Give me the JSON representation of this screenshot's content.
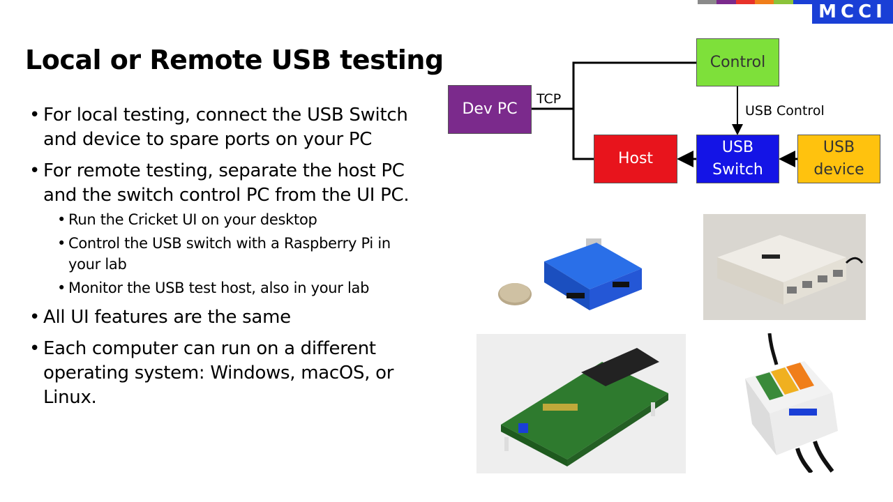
{
  "logo": {
    "text": "MCCI",
    "strip_colors": [
      "#8a8a8a",
      "#7b2a8c",
      "#e8322a",
      "#f07e1a",
      "#8bc33a",
      "#1a3fd6"
    ],
    "box_color": "#1a3fd6"
  },
  "slide": {
    "title": "Local or Remote USB testing",
    "bullets": [
      {
        "text": "For local testing, connect the USB Switch and device to spare ports on your PC"
      },
      {
        "text": "For remote testing, separate the host PC and the switch control PC from the UI PC.",
        "sub": [
          "Run the Cricket UI on your desktop",
          "Control the USB switch with a Raspberry Pi in your lab",
          "Monitor the USB test host, also in your lab"
        ]
      },
      {
        "text": "All UI features are the same"
      },
      {
        "text": "Each computer can run on a different operating system: Windows, macOS, or Linux."
      }
    ]
  },
  "diagram": {
    "nodes": {
      "control": {
        "label": "Control",
        "color": "#7ee03a",
        "text_color": "#333333"
      },
      "dev_pc": {
        "label": "Dev PC",
        "color": "#7b2a8c",
        "text_color": "#ffffff"
      },
      "host": {
        "label": "Host",
        "color": "#e8141c",
        "text_color": "#ffffff"
      },
      "usb_switch": {
        "line1": "USB",
        "line2": "Switch",
        "color": "#1414e6",
        "text_color": "#ffffff"
      },
      "usb_device": {
        "line1": "USB",
        "line2": "device",
        "color": "#ffc20e",
        "text_color": "#333333"
      }
    },
    "edge_labels": {
      "tcp": "TCP",
      "usb_control": "USB Control"
    }
  },
  "photos": [
    {
      "name": "usb-hub-photo"
    },
    {
      "name": "model-switch-box-photo"
    },
    {
      "name": "raspberry-pi-board-photo"
    },
    {
      "name": "connection-exerciser-photo"
    }
  ]
}
